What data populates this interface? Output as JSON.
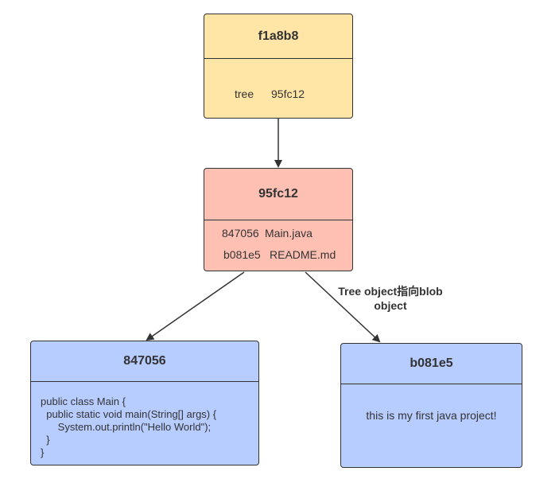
{
  "colors": {
    "commit_fill": "#FFE6A6",
    "tree_fill": "#FFC0B4",
    "blob_fill": "#B7CCFF",
    "stroke": "#333333"
  },
  "commit": {
    "id": "f1a8b8",
    "entry_type": "tree",
    "entry_hash": "95fc12"
  },
  "tree": {
    "id": "95fc12",
    "entries": [
      {
        "hash": "847056",
        "name": "Main.java"
      },
      {
        "hash": "b081e5",
        "name": "README.md"
      }
    ]
  },
  "blob_main": {
    "id": "847056",
    "code_lines": [
      "public class Main {",
      "  public static void main(String[] args) {",
      "      System.out.println(\"Hello World\");",
      "  }",
      "}"
    ]
  },
  "blob_readme": {
    "id": "b081e5",
    "content": "this is my first java project!"
  },
  "edge_label": {
    "line1": "Tree object指向blob",
    "line2": "object"
  }
}
